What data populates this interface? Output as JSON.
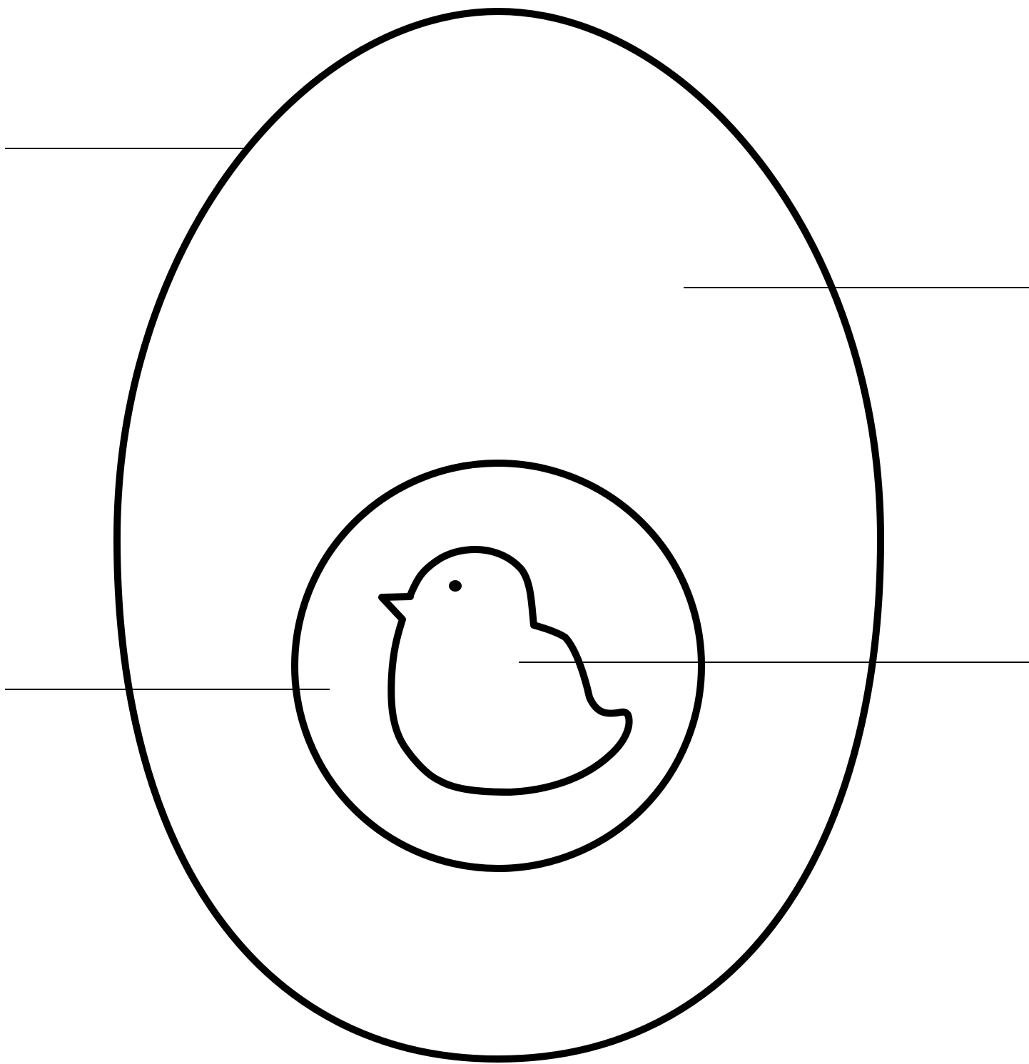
{
  "diagram": {
    "subject": "egg-with-chick",
    "parts": [
      "shell",
      "yolk",
      "chick",
      "chick-eye"
    ],
    "leader_lines": [
      "shell-leader",
      "albumen-leader",
      "yolk-leader",
      "chick-leader"
    ]
  },
  "colors": {
    "stroke": "#000000",
    "background": "#ffffff"
  }
}
